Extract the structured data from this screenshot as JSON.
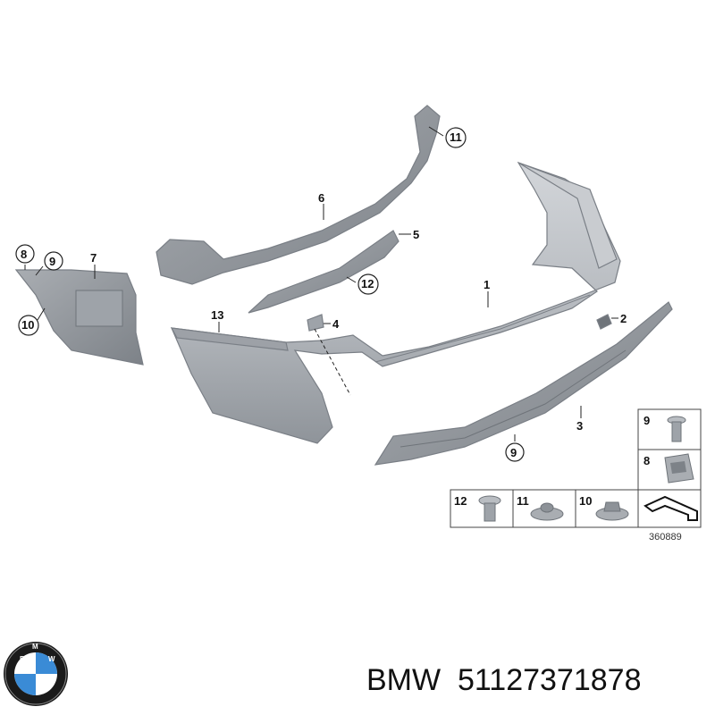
{
  "callouts": {
    "c1": "1",
    "c2": "2",
    "c3": "3",
    "c4": "4",
    "c5": "5",
    "c6": "6",
    "c7": "7",
    "c8": "8",
    "c9": "9",
    "c9b": "9",
    "c10": "10",
    "c11": "11",
    "c12": "12",
    "c13": "13"
  },
  "legend": {
    "l9": "9",
    "l8": "8",
    "l12": "12",
    "l11": "11",
    "l10": "10"
  },
  "diagram_ref": "360889",
  "footer": {
    "brand": "BMW",
    "part_number": "51127371878"
  },
  "colors": {
    "part_fill": "#b9bdc2",
    "part_dark": "#8d9298",
    "outline": "#222222"
  }
}
